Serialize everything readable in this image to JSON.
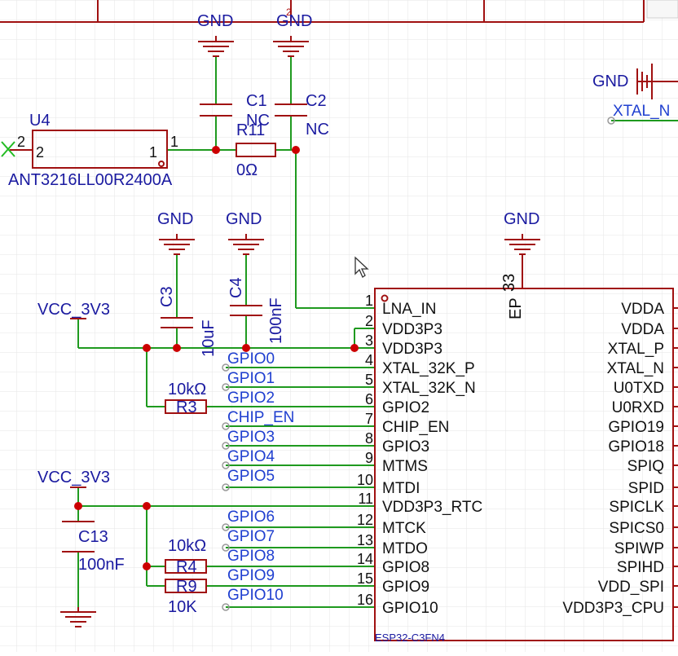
{
  "colors": {
    "wire": "#1f9a1f",
    "part": "#a01010",
    "label": "#1a1aa0",
    "net_label": "#1f3fd0",
    "grid": "#e6e6e6",
    "junction": "#cc0000"
  },
  "top_marker": "2",
  "power": {
    "gnd": "GND",
    "vcc": "VCC_3V3"
  },
  "u4": {
    "ref": "U4",
    "value": "ANT3216LL00R2400A",
    "pin_left": "2",
    "pin_right": "1",
    "pin_left_outer": "2",
    "pin_right_outer": "1"
  },
  "c1": {
    "ref": "C1",
    "value": "NC"
  },
  "c2": {
    "ref": "C2",
    "value": "NC"
  },
  "r11": {
    "ref": "R11",
    "value": "0Ω"
  },
  "c3": {
    "ref": "C3",
    "value": "10uF"
  },
  "c4": {
    "ref": "C4",
    "value": "100nF"
  },
  "r3": {
    "ref": "R3",
    "value": "10kΩ"
  },
  "c13": {
    "ref": "C13",
    "value": "100nF"
  },
  "r4": {
    "ref": "R4",
    "value": "10kΩ"
  },
  "r9": {
    "ref": "R9",
    "value": "10K"
  },
  "ic": {
    "name": "ESP32-C3FN4",
    "ep_label": "EP",
    "ep_num": "33",
    "left_pins": [
      {
        "num": "1",
        "name": "LNA_IN"
      },
      {
        "num": "2",
        "name": "VDD3P3"
      },
      {
        "num": "3",
        "name": "VDD3P3"
      },
      {
        "num": "4",
        "name": "XTAL_32K_P"
      },
      {
        "num": "5",
        "name": "XTAL_32K_N"
      },
      {
        "num": "6",
        "name": "GPIO2"
      },
      {
        "num": "7",
        "name": "CHIP_EN"
      },
      {
        "num": "8",
        "name": "GPIO3"
      },
      {
        "num": "9",
        "name": "MTMS"
      },
      {
        "num": "10",
        "name": "MTDI"
      },
      {
        "num": "11",
        "name": "VDD3P3_RTC"
      },
      {
        "num": "12",
        "name": "MTCK"
      },
      {
        "num": "13",
        "name": "MTDO"
      },
      {
        "num": "14",
        "name": "GPIO8"
      },
      {
        "num": "15",
        "name": "GPIO9"
      },
      {
        "num": "16",
        "name": "GPIO10"
      }
    ],
    "right_pins": [
      "VDDA",
      "VDDA",
      "XTAL_P",
      "XTAL_N",
      "U0TXD",
      "U0RXD",
      "GPIO19",
      "GPIO18",
      "SPIQ",
      "SPID",
      "SPICLK",
      "SPICS0",
      "SPIWP",
      "SPIHD",
      "VDD_SPI",
      "VDD3P3_CPU"
    ]
  },
  "net_labels": [
    "GPIO0",
    "GPIO1",
    "GPIO2",
    "CHIP_EN",
    "GPIO3",
    "GPIO4",
    "GPIO5",
    "GPIO6",
    "GPIO7",
    "GPIO8",
    "GPIO9",
    "GPIO10"
  ],
  "xtal": {
    "gnd": "GND",
    "net": "XTAL_N"
  }
}
